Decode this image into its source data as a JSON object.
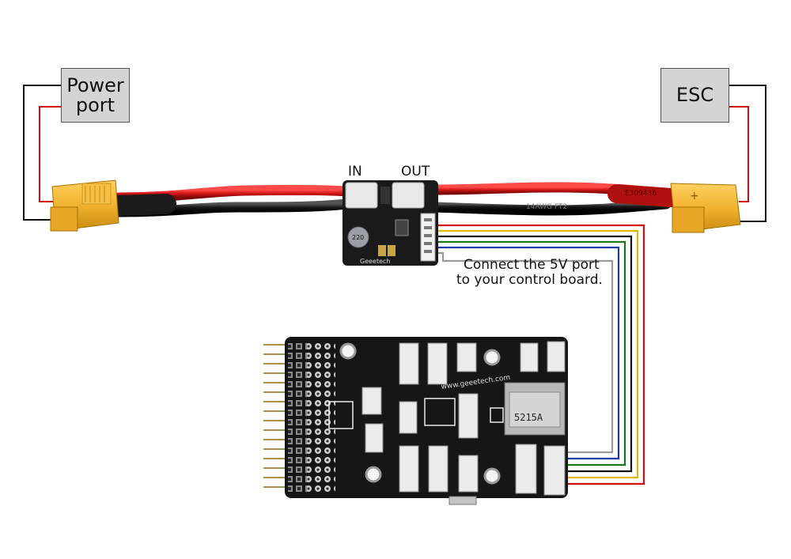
{
  "labels": {
    "power_port_line1": "Power",
    "power_port_line2": "port",
    "esc": "ESC",
    "in": "IN",
    "out": "OUT",
    "note_line1": "Connect the 5V port",
    "note_line2": "to your control board."
  },
  "pcb_text": {
    "module_brand": "Geeetech",
    "capacitor": "220",
    "board_url": "www.geeetech.com",
    "chip": "5215A",
    "cable_print": "14AWG FT2",
    "cable_code": "E309436"
  },
  "colors": {
    "wire_red": "#d01010",
    "wire_black": "#111111",
    "cable_yellow": "#e6b800",
    "cable_green": "#1a7a1a",
    "cable_blue": "#1a3ea8",
    "cable_gray": "#9a9a9a",
    "connector_yellow": "#f2b230",
    "pcb_black": "#161616"
  }
}
